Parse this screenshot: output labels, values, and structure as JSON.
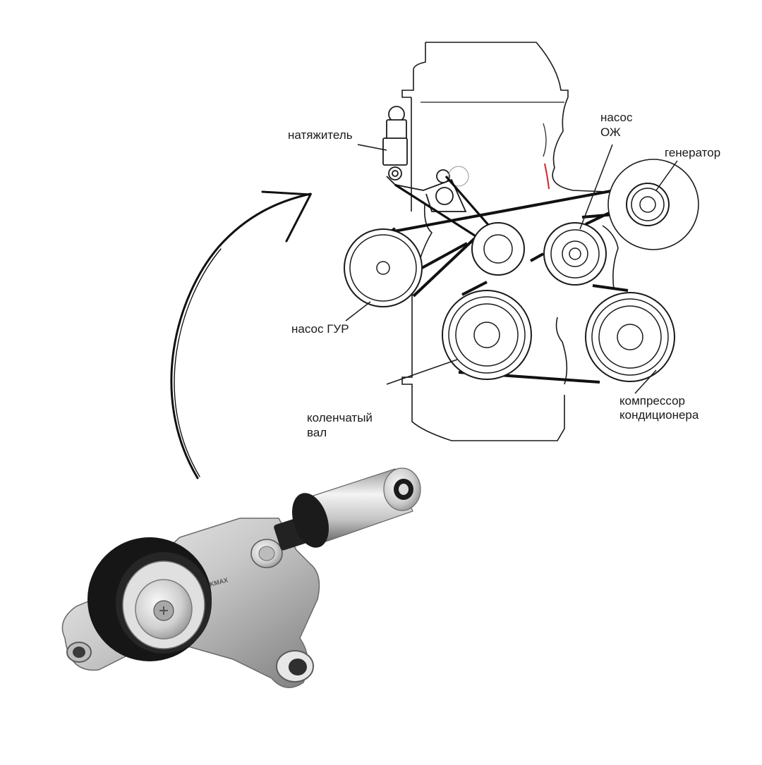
{
  "diagram": {
    "labels": {
      "tensioner": "натяжитель",
      "coolant_pump_line1": "насос",
      "coolant_pump_line2": "ОЖ",
      "alternator": "генератор",
      "power_steering_pump": "насос ГУР",
      "crankshaft_line1": "коленчатый",
      "crankshaft_line2": "вал",
      "ac_compressor_line1": "компрессор",
      "ac_compressor_line2": "кондиционера"
    }
  },
  "photo": {
    "brand_marking": "KMAX"
  },
  "colors": {
    "line": "#1a1a1a",
    "belt": "#111111",
    "accent_red": "#d0252a",
    "rubber": "#161616",
    "metal_light": "#d9d9d9",
    "metal_dark": "#8a8a8a"
  }
}
